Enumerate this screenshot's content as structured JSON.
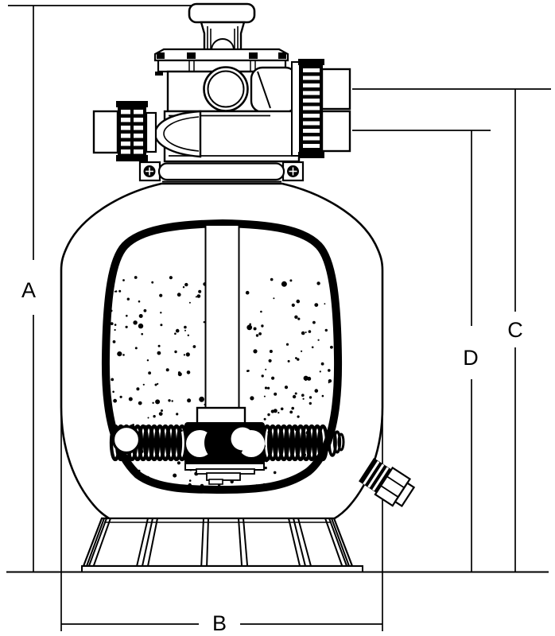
{
  "colors": {
    "line": "#000000",
    "background": "#ffffff"
  },
  "dimension_labels": {
    "a": "A",
    "b": "B",
    "c": "C",
    "d": "D"
  }
}
